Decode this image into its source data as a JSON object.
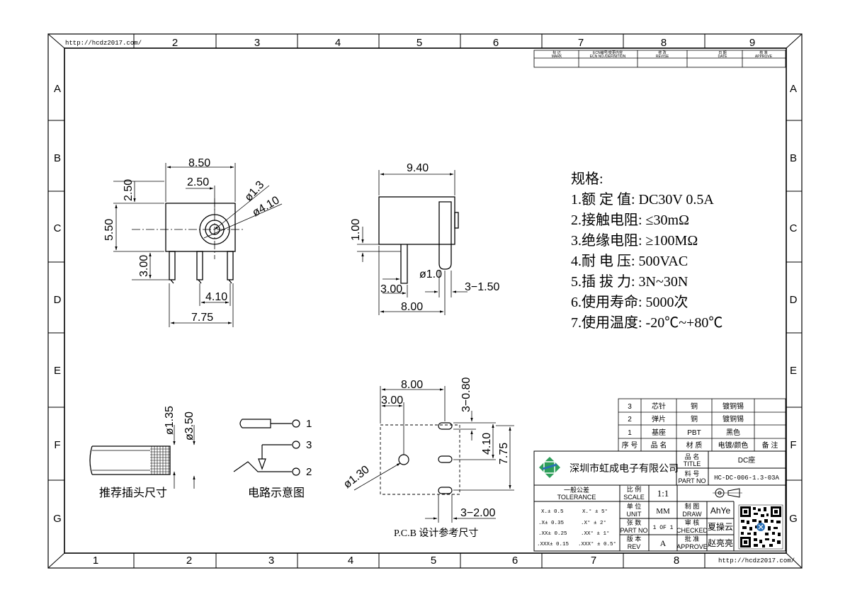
{
  "frame": {
    "url_top": "http://hcdz2017.com/",
    "url_bottom": "http://hcdz2017.com/",
    "top_numbers": [
      "2",
      "3",
      "4",
      "5",
      "6",
      "7",
      "8",
      "9"
    ],
    "bottom_numbers": [
      "1",
      "2",
      "3",
      "4",
      "5",
      "6",
      "7",
      "8"
    ],
    "rows": [
      "A",
      "B",
      "C",
      "D",
      "E",
      "F",
      "G"
    ]
  },
  "revision_header": {
    "mark": "标 记",
    "mark_en": "MARK",
    "ecn": "ECN编号/变更内容",
    "ecn_en": "ECN NO./DEFINITION",
    "revise": "修 改",
    "revise_en": "REVISE",
    "date": "日 期",
    "date_en": "DATE",
    "approve": "核 准",
    "approve_en": "APPROVE"
  },
  "front_view": {
    "dim_8_50": "8.50",
    "dim_2_50_h": "2.50",
    "dim_2_50_v": "2.50",
    "dim_5_50": "5.50",
    "dim_3_00": "3.00",
    "dim_4_10": "4.10",
    "dim_7_75": "7.75",
    "dia_1_3": "ø1.3",
    "dia_4_10": "ø4.10"
  },
  "side_view": {
    "dim_9_40": "9.40",
    "dim_1_00": "1.00",
    "dia_1_0": "ø1.0",
    "dim_3_00": "3.00",
    "dim_3_1_50": "3−1.50",
    "dim_8_00": "8.00"
  },
  "specs": {
    "title": "规格:",
    "items": [
      "1.额 定 值: DC30V 0.5A",
      "2.接触电阻: ≤30mΩ",
      "3.绝缘电阻: ≥100MΩ",
      "4.耐 电 压: 500VAC",
      "5.插 拔 力: 3N~30N",
      "6.使用寿命: 5000次",
      "7.使用温度: -20℃~+80℃"
    ]
  },
  "plug": {
    "dia_1_35": "ø1.35",
    "dia_3_50": "ø3.50",
    "caption": "推荐插头尺寸"
  },
  "circuit": {
    "pins": [
      "1",
      "3",
      "2"
    ],
    "caption": "电路示意图"
  },
  "pcb": {
    "dim_8_00": "8.00",
    "dim_3_00": "3.00",
    "dim_3_0_80": "3−0.80",
    "dim_4_10": "4.10",
    "dim_7_75": "7.75",
    "dia_1_30": "ø1.30",
    "dim_3_2_00": "3−2.00",
    "caption": "P.C.B 设计参考尺寸"
  },
  "bom": {
    "rows": [
      {
        "no": "3",
        "name": "芯针",
        "material": "铜",
        "finish": "镀铜锡",
        "remark": ""
      },
      {
        "no": "2",
        "name": "弹片",
        "material": "铜",
        "finish": "镀铜锡",
        "remark": ""
      },
      {
        "no": "1",
        "name": "基座",
        "material": "PBT",
        "finish": "黑色",
        "remark": ""
      }
    ],
    "header": {
      "no": "序 号",
      "name": "品 名",
      "material": "材 质",
      "finish": "电镀/颜色",
      "remark": "备 注"
    }
  },
  "title_block": {
    "company": "深圳市虹成电子有限公司",
    "title_label": "品 名",
    "title_label_en": "TITLE",
    "title_value": "DC座",
    "part_label": "料 号",
    "part_label_en": "PART NO",
    "part_value": "HC-DC-006-1.3-03A",
    "tolerance_label": "一般公差",
    "tolerance_label_en": "TOLERANCE",
    "tolerances_left": [
      "X.± 0.5",
      ".X± 0.35",
      ".XX± 0.25",
      ".XXX± 0.15"
    ],
    "tolerances_right": [
      "X.° ± 5°",
      ".X° ± 2°",
      ".XX° ± 1°",
      ".XXX° ± 0.5°"
    ],
    "scale_label": "比 例",
    "scale_label_en": "SCALE",
    "scale_value": "1:1",
    "unit_label": "单 位",
    "unit_label_en": "UNIT",
    "unit_value": "MM",
    "sheet_label": "张 数",
    "sheet_label_en": "PART NO",
    "sheet_value": "1 OF 1",
    "rev_label": "版 本",
    "rev_label_en": "REV",
    "rev_value": "A",
    "draw_label": "制 图",
    "draw_label_en": "DRAW",
    "draw_value": "AhYe",
    "checked_label": "审 核",
    "checked_label_en": "CHECKED",
    "checked_value": "夏操云",
    "approve_label": "批 准",
    "approve_label_en": "APPROVE",
    "approve_value": "赵亮亮"
  },
  "colors": {
    "ink": "#000000",
    "logo_green": "#2e9e5a",
    "logo_blue": "#2a6fb5"
  }
}
